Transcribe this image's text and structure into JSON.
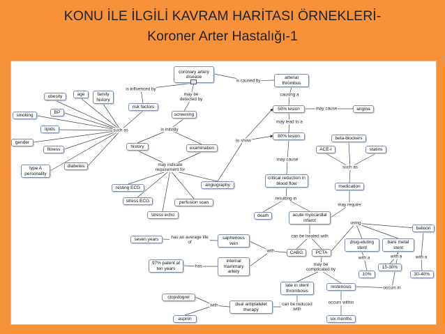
{
  "title": {
    "line1": "KONU İLE İLGİLİ KAVRAM HARİTASI ÖRNEKLERİ-",
    "line2": "Koroner Arter Hastalığı-1"
  },
  "diagram": {
    "nodes": {
      "cad": "coronary artery disease",
      "arterial_thrombus": "arterial thrombus",
      "risk_factors": "risk factors",
      "screening": "screening",
      "obesity": "obesity",
      "age": "age",
      "family_history": "family history",
      "smoking": "smoking",
      "bp": "BP",
      "lipids": "lipids",
      "gender": "gender",
      "fitness": "fitness",
      "type_a": "type A personality",
      "diabetes": "diabetes",
      "history": "history",
      "examination": "examination",
      "angiography": "angiography",
      "resting_ecg": "resting ECG",
      "stress_ecg": "stress ECG",
      "perfusion_scan": "perfusion scan",
      "stress_echo": "stress echo",
      "lesion50": "50% lesion",
      "angina": "angina",
      "lesion80": "80% lesion",
      "beta_blockers": "beta-blockers",
      "ace_i": "ACE-I",
      "statins": "statins",
      "critical_reduction": "critical reduction in blood flow",
      "medication": "medication",
      "death": "death",
      "ami": "acute myocardial infarct",
      "balloon": "balloon",
      "des": "drug-eluting stent",
      "bms": "bare metal stent",
      "seven_years": "seven years",
      "saphenous_vein": "saphenous vein",
      "cabg": "CABG",
      "pcta": "PCTA",
      "imarty": "internal mammary artery",
      "patent97": "97% patent at ten years",
      "p15_30": "15-30%",
      "p10": "10%",
      "p30_40": "30-40%",
      "late_thrombosis": "late in stent thrombosis",
      "restenosis": "restenosis",
      "clopidogrel": "clopidogrel",
      "dual_antiplatelet": "dual antiplatelet therapy",
      "aspirin": "aspirin",
      "six_months": "six months"
    },
    "labels": {
      "is_influenced_by": "is influenced by",
      "may_be_detected_by": "may be detected by",
      "is_caused_by": "is caused by",
      "causing_a": "causing a",
      "may_cause_top": "may cause",
      "may_lead_to_a": "may lead to a",
      "such_as_left": "such as",
      "is_initially": "is initially",
      "to_show": "to show",
      "may_indicate": "may indicate requirement for",
      "may_cause_mid": "may cause",
      "such_as_right": "such as",
      "resulting_in": "resulting in",
      "may_require": "may require",
      "using": "using",
      "has_an_average_life_of": "has an average life of",
      "can_be_treated_with": "can be treated with",
      "with_cabg": "with",
      "has": "has",
      "may_be_complicated_by": "may be complicated by",
      "with_a_left": "with a",
      "with_a_mid": "with a",
      "with_a_right": "with a",
      "occurs_in": "occurs in",
      "with_dual": "with",
      "can_be_reduced_with": "can be reduced with",
      "occurs_within": "occurs within"
    }
  }
}
